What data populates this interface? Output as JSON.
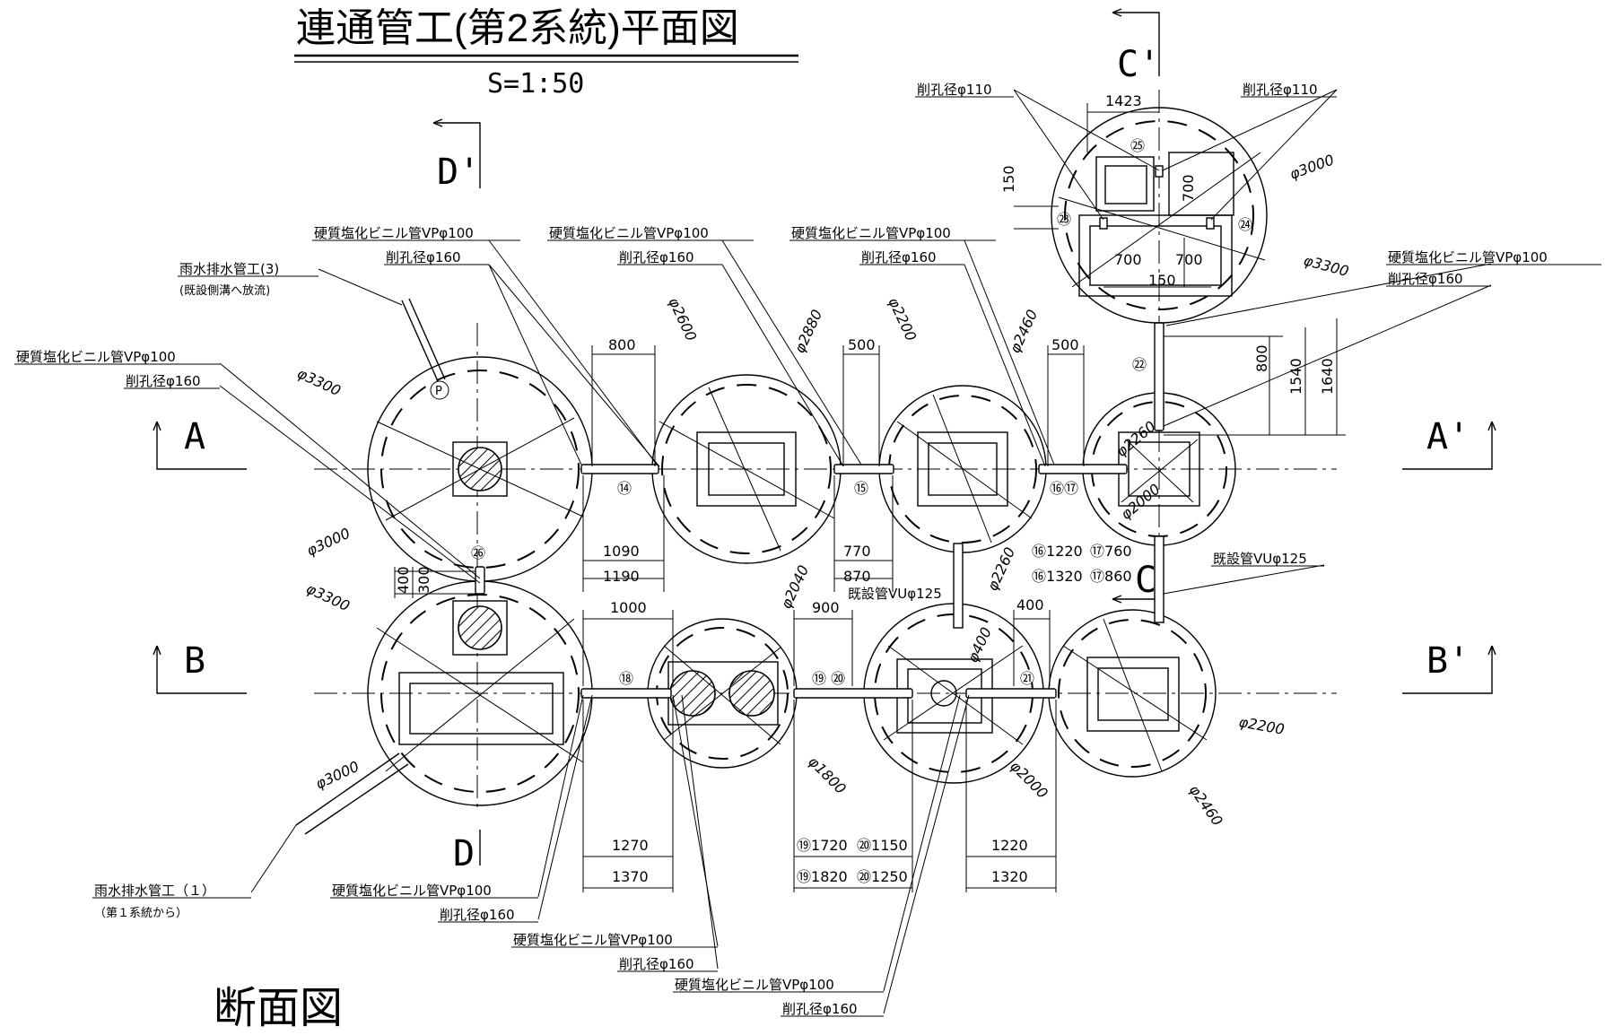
{
  "title": "連通管工(第2系統)平面図",
  "scale": "S=1:50",
  "bottom_title": "断面図",
  "section_marks": {
    "A": "A",
    "A_prime": "A'",
    "B": "B",
    "B_prime": "B'",
    "C": "C",
    "C_prime": "C'",
    "D": "D",
    "D_prime": "D'"
  },
  "callouts": {
    "vp100": "硬質塩化ビニル管VPφ100",
    "hole160": "削孔径φ160",
    "hole110": "削孔径φ110",
    "rain3": "雨水排水管工(3)",
    "rain3_sub": "(既設側溝へ放流)",
    "rain1": "雨水排水管工（１）",
    "rain1_sub": "（第１系統から）",
    "existing_vu125": "既設管VUφ125",
    "pump_mark": "P"
  },
  "diameters": {
    "d3300": "φ3300",
    "d3000": "φ3000",
    "d2600": "φ2600",
    "d2880": "φ2880",
    "d2200": "φ2200",
    "d2460": "φ2460",
    "d2260": "φ2260",
    "d2000": "φ2000",
    "d2040": "φ2040",
    "d1800": "φ1800",
    "d400": "φ400"
  },
  "dimensions": {
    "d800": "800",
    "d500": "500",
    "d1090": "1090",
    "d1190": "1190",
    "d770": "770",
    "d870": "870",
    "d1220": "1220",
    "d1320": "1320",
    "d760": "760",
    "d860": "860",
    "d400": "400",
    "d300": "300",
    "d1000": "1000",
    "d900": "900",
    "d1270": "1270",
    "d1370": "1370",
    "d1720": "1720",
    "d1820": "1820",
    "d1150": "1150",
    "d1250": "1250",
    "d1423": "1423",
    "d150": "150",
    "d700": "700",
    "d1540": "1540",
    "d1640": "1640"
  },
  "pipe_numbers": {
    "n14": "⑭",
    "n15": "⑮",
    "n16": "⑯",
    "n17": "⑰",
    "n18": "⑱",
    "n19": "⑲",
    "n20": "⑳",
    "n21": "㉑",
    "n22": "㉒",
    "n23": "㉓",
    "n24": "㉔",
    "n25": "㉕",
    "n26": "㉖"
  }
}
